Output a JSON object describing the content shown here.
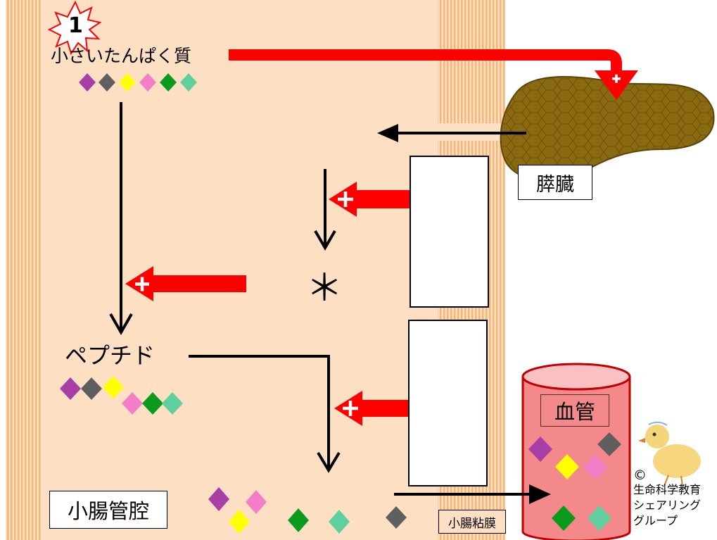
{
  "labels": {
    "step_number": "1",
    "small_protein": "小さいたんぱく質",
    "peptide": "ペプチド",
    "pancreas": "膵臓",
    "blood_vessel": "血管",
    "intestinal_lumen": "小腸管腔",
    "intestinal_mucosa": "小腸粘膜",
    "asterisk": "＊",
    "copyright_symbol": "©",
    "copyright_line1": "生命科学教育",
    "copyright_line2": "シェアリング",
    "copyright_line3": "グループ"
  },
  "colors": {
    "lumen_bg": "#fde0c4",
    "wall_stripe": "#f6b776",
    "arrow_red": "#ff0000",
    "arrow_black": "#000000",
    "pancreas": "#8a6a10",
    "vessel": "#f4898b",
    "amino_purple": "#a83ea6",
    "amino_gray": "#5f5f5f",
    "amino_yellow": "#ffff00",
    "amino_pink": "#f27ec8",
    "amino_green": "#0a9a1c",
    "amino_teal": "#5fcf9f"
  }
}
